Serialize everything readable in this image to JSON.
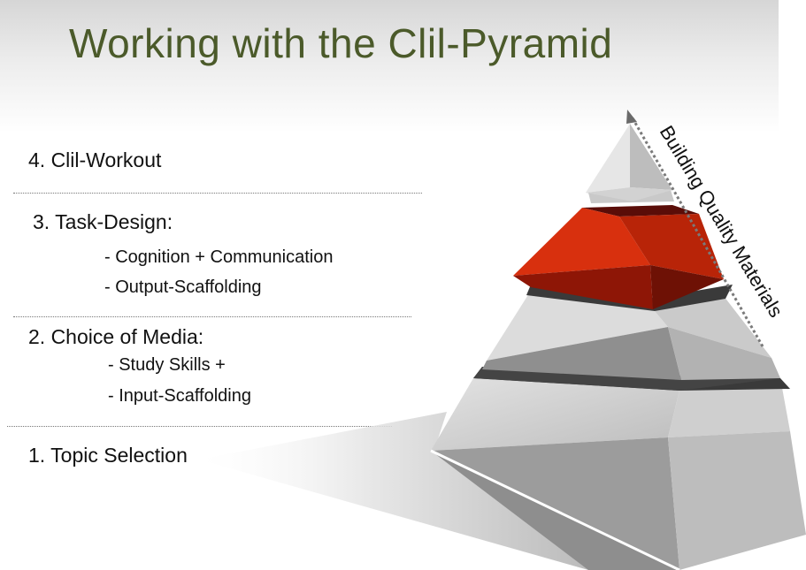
{
  "title": "Working with the Clil-Pyramid",
  "levels": [
    {
      "label": "4. Clil-Workout",
      "sub": []
    },
    {
      "label": "3. Task-Design:",
      "sub": [
        "- Cognition + Communication",
        "- Output-Scaffolding"
      ]
    },
    {
      "label": "2. Choice of Media:",
      "sub": [
        "- Study Skills +",
        "- Input-Scaffolding"
      ]
    },
    {
      "label": "1. Topic Selection",
      "sub": []
    }
  ],
  "arrow_label": "Building Quality Materials",
  "colors": {
    "title": "#4b5a2a",
    "highlight_layer": "#c0260c"
  }
}
